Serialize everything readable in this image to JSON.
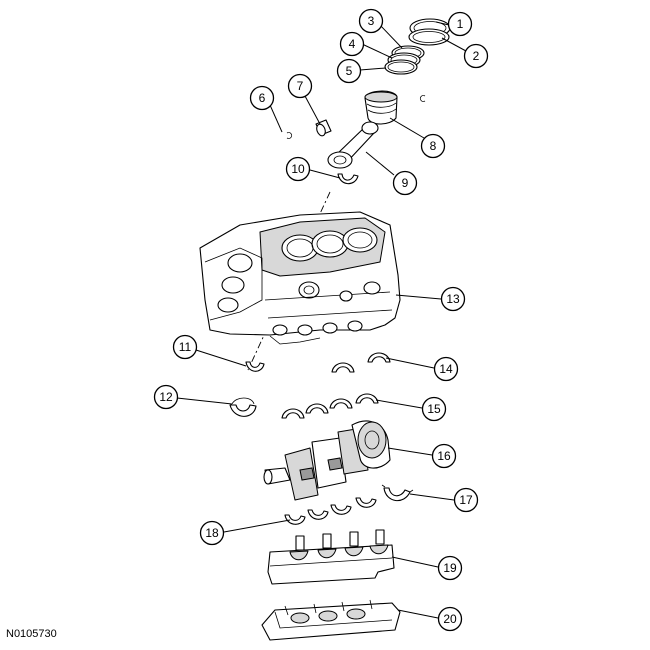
{
  "figure": {
    "id": "N0105730"
  },
  "callouts": [
    "1",
    "2",
    "3",
    "4",
    "5",
    "6",
    "7",
    "8",
    "9",
    "10",
    "11",
    "12",
    "13",
    "14",
    "15",
    "16",
    "17",
    "18",
    "19",
    "20"
  ]
}
